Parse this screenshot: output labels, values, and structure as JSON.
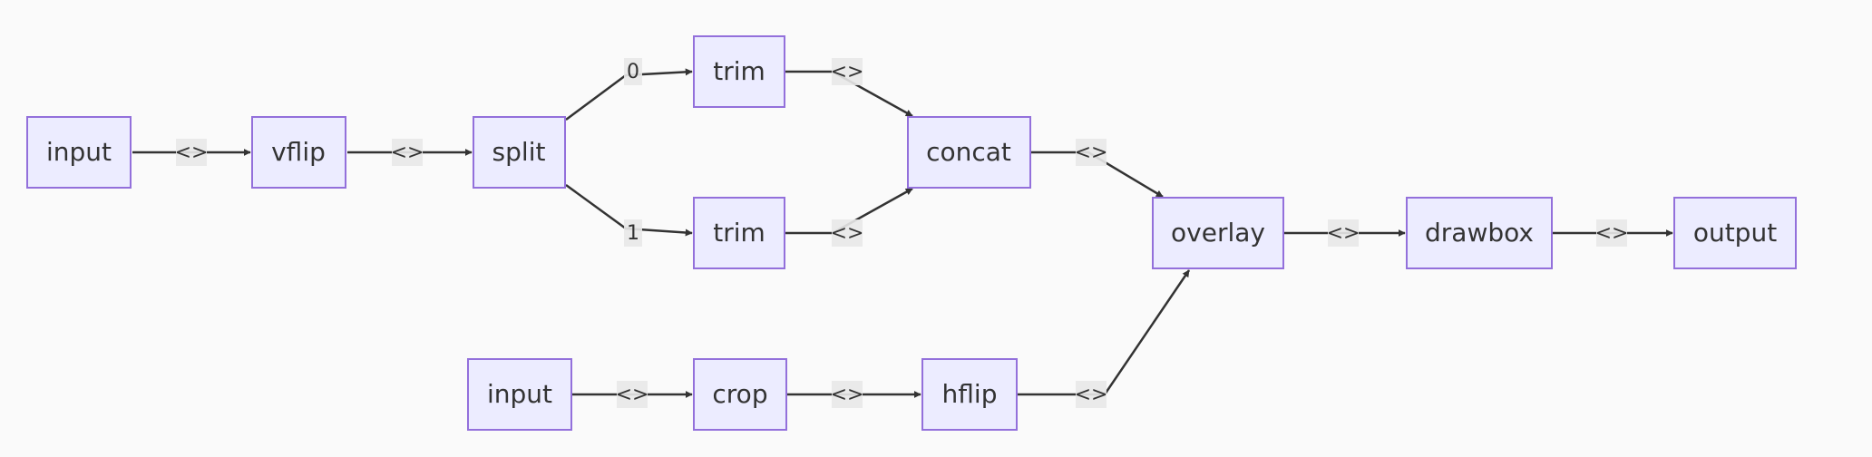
{
  "colors": {
    "background": "#fafafa",
    "node_fill": "#ececff",
    "node_border": "#9370db",
    "edge": "#333333",
    "label_bg": "#e8e8e8"
  },
  "nodes": {
    "input1": "input",
    "vflip": "vflip",
    "split": "split",
    "trim1": "trim",
    "trim2": "trim",
    "concat": "concat",
    "overlay": "overlay",
    "drawbox": "drawbox",
    "output": "output",
    "input2": "input",
    "crop": "crop",
    "hflip": "hflip"
  },
  "edges": [
    {
      "from": "input1",
      "to": "vflip",
      "label": "<>"
    },
    {
      "from": "vflip",
      "to": "split",
      "label": "<>"
    },
    {
      "from": "split",
      "to": "trim1",
      "label": "0"
    },
    {
      "from": "split",
      "to": "trim2",
      "label": "1"
    },
    {
      "from": "trim1",
      "to": "concat",
      "label": "<>"
    },
    {
      "from": "trim2",
      "to": "concat",
      "label": "<>"
    },
    {
      "from": "concat",
      "to": "overlay",
      "label": "<>"
    },
    {
      "from": "overlay",
      "to": "drawbox",
      "label": "<>"
    },
    {
      "from": "drawbox",
      "to": "output",
      "label": "<>"
    },
    {
      "from": "input2",
      "to": "crop",
      "label": "<>"
    },
    {
      "from": "crop",
      "to": "hflip",
      "label": "<>"
    },
    {
      "from": "hflip",
      "to": "overlay",
      "label": "<>"
    }
  ]
}
